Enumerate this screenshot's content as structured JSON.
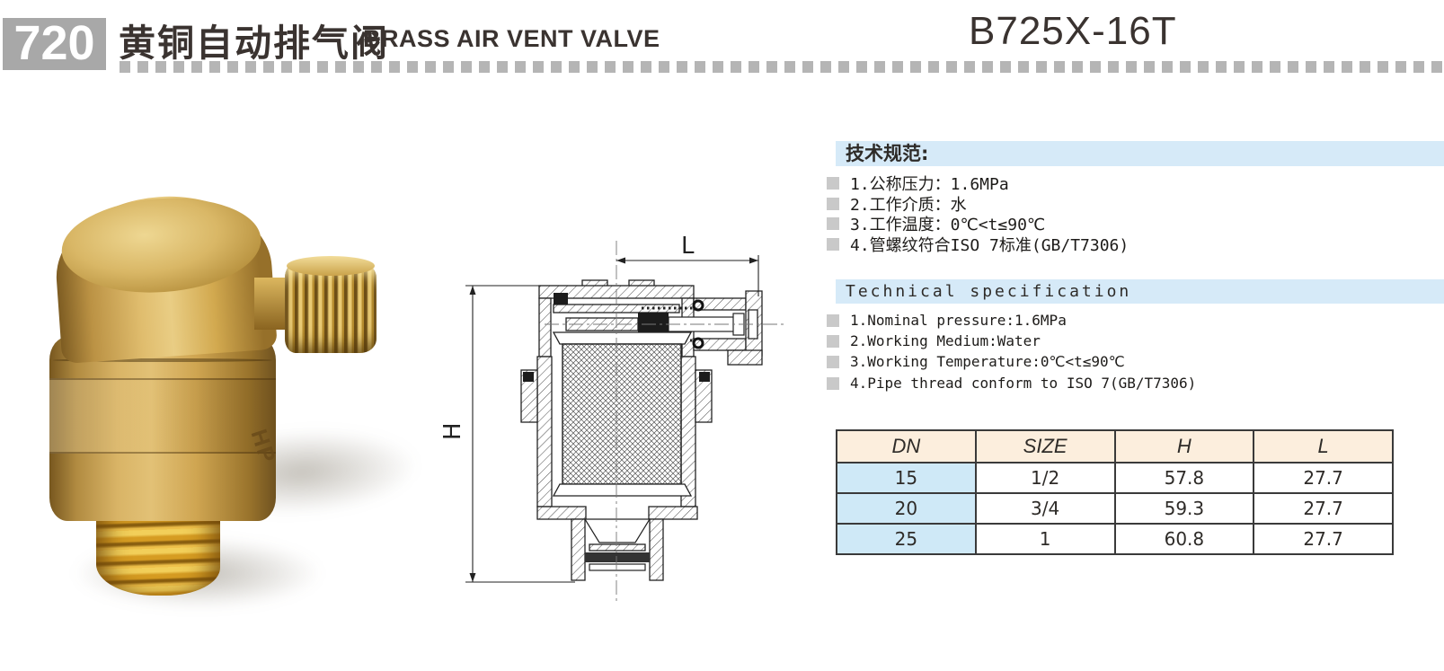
{
  "header": {
    "page_number": "720",
    "title_zh": "黄铜自动排气阀",
    "title_en": "BRASS AIR VENT VALVE",
    "model": "B725X-16T"
  },
  "specs_zh": {
    "heading": "技术规范:",
    "items": [
      "1.公称压力：1.6MPa",
      "2.工作介质：水",
      "3.工作温度：0℃<t≤90℃",
      "4.管螺纹符合ISO 7标准(GB/T7306)"
    ]
  },
  "specs_en": {
    "heading": "Technical specification",
    "items": [
      "1.Nominal pressure:1.6MPa",
      "2.Working Medium:Water",
      "3.Working Temperature:0℃<t≤90℃",
      "4.Pipe thread conform to ISO 7(GB/T7306)"
    ]
  },
  "drawing": {
    "dim_height_label": "H",
    "dim_length_label": "L"
  },
  "photo": {
    "embossed_text": "HP"
  },
  "dimensions_table": {
    "columns": [
      "DN",
      "SIZE",
      "H",
      "L"
    ],
    "rows": [
      [
        "15",
        "1/2",
        "57.8",
        "27.7"
      ],
      [
        "20",
        "3/4",
        "59.3",
        "27.7"
      ],
      [
        "25",
        "1",
        "60.8",
        "27.7"
      ]
    ]
  },
  "colors": {
    "section_bar_blue": "#d6eaf8",
    "table_header_bg": "#fceedd",
    "table_dn_col_bg": "#cfe9f7",
    "badge_gray": "#a8a8a8",
    "dot_gray": "#b5b5b5",
    "brass": "#d2a84f"
  }
}
